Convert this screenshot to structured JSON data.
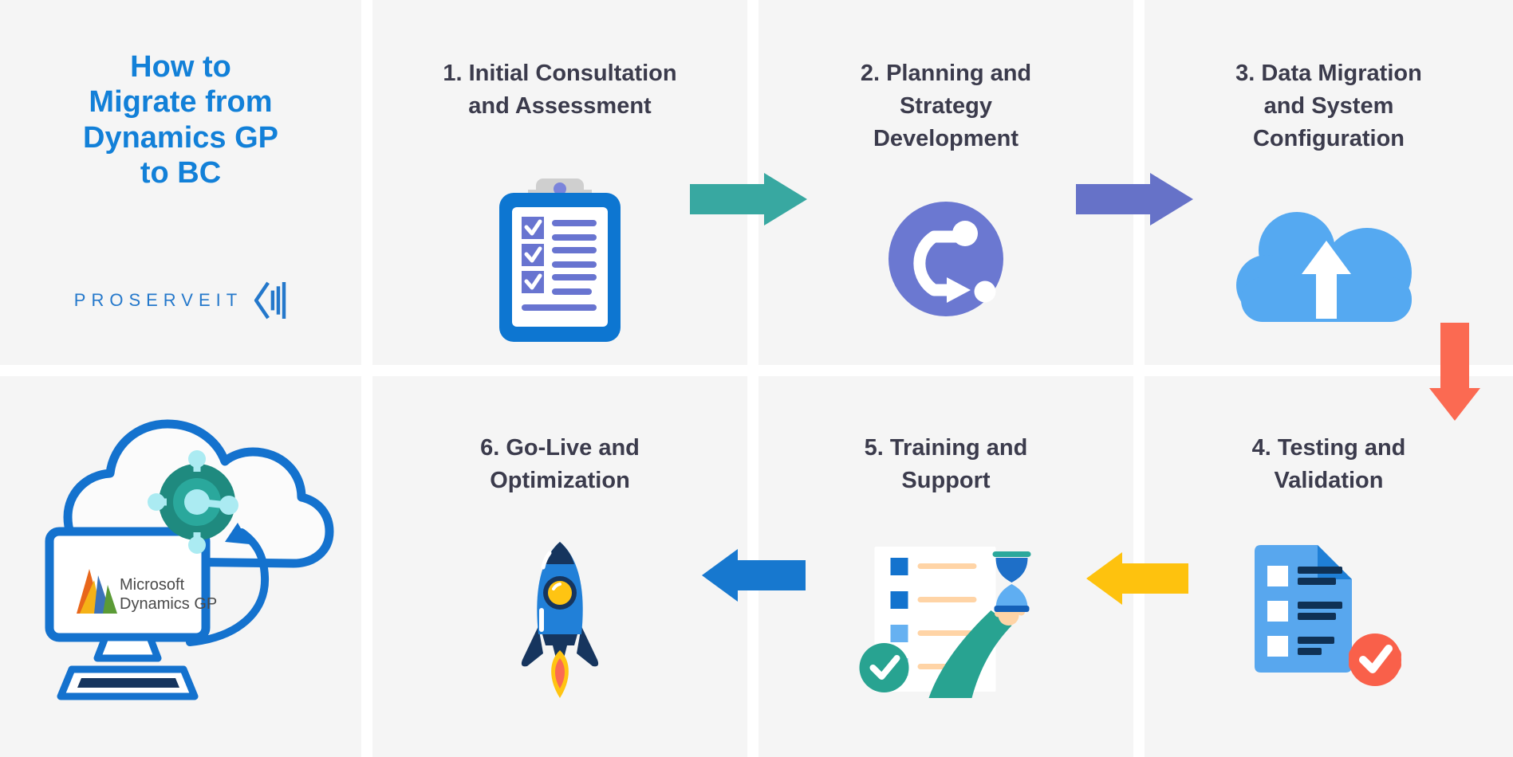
{
  "header": {
    "title_lines": [
      "How to",
      "Migrate from",
      "Dynamics GP",
      "to BC"
    ],
    "title_color": "#1280D8",
    "brand": "PROSERVEIT",
    "brand_color": "#2478CB"
  },
  "steps": [
    {
      "number": 1,
      "title_lines": [
        "1. Initial Consultation",
        "and Assessment"
      ],
      "icon": "clipboard-checklist-icon"
    },
    {
      "number": 2,
      "title_lines": [
        "2.  Planning and",
        "Strategy",
        "Development"
      ],
      "icon": "strategy-route-icon"
    },
    {
      "number": 3,
      "title_lines": [
        "3. Data Migration",
        "and System",
        "Configuration"
      ],
      "icon": "cloud-upload-icon"
    },
    {
      "number": 4,
      "title_lines": [
        "4. Testing and",
        "Validation"
      ],
      "icon": "document-validation-icon"
    },
    {
      "number": 5,
      "title_lines": [
        "5. Training and",
        "Support"
      ],
      "icon": "training-support-icon"
    },
    {
      "number": 6,
      "title_lines": [
        "6. Go-Live and",
        "Optimization"
      ],
      "icon": "rocket-launch-icon"
    }
  ],
  "gp_panel": {
    "logo_line1": "Microsoft",
    "logo_line2": "Dynamics GP",
    "illustration": "dynamics-gp-to-cloud"
  },
  "arrows": [
    {
      "name": "step1-to-step2",
      "direction": "right",
      "color": "#38A8A1"
    },
    {
      "name": "step2-to-step3",
      "direction": "right",
      "color": "#6672C8"
    },
    {
      "name": "step3-to-step4",
      "direction": "down",
      "color": "#FB6A52"
    },
    {
      "name": "step4-to-step5",
      "direction": "left",
      "color": "#FEC20E"
    },
    {
      "name": "step5-to-step6",
      "direction": "left",
      "color": "#1778CF"
    }
  ],
  "colors": {
    "panel_bg": "#F5F5F5",
    "step_text": "#3B3B4C",
    "clipboard_blue": "#0D76D1",
    "checkbox_purple": "#6874D0",
    "strategy_circle": "#6B78D1",
    "cloud_blue": "#55A9F1",
    "doc_blue": "#58A7EE",
    "badge_red": "#F9604A",
    "teal": "#28A391",
    "rocket_blue": "#2180D8",
    "rocket_navy": "#16355E",
    "flame_yellow": "#FFC412"
  }
}
